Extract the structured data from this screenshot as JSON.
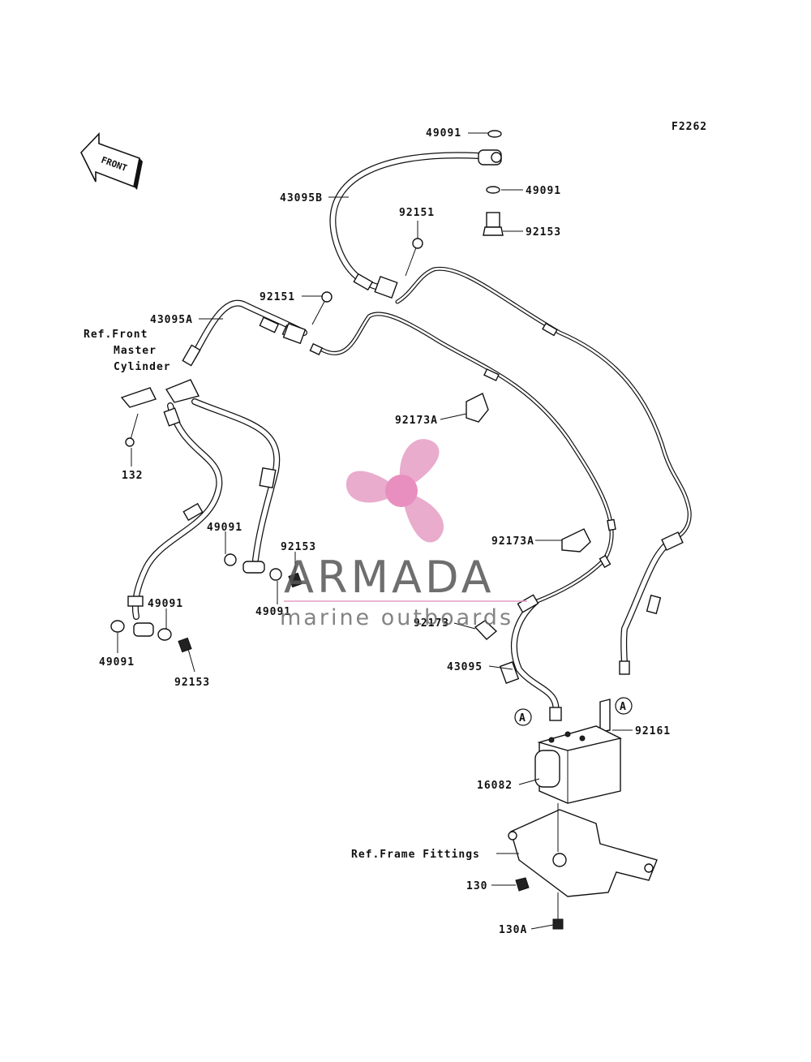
{
  "figure_code": "F2262",
  "front_label": "FRONT",
  "callout_marker": "A",
  "watermark": {
    "brand": "ARMADA",
    "tagline": "marine outboards",
    "colors": {
      "pink": "#e7a3c8",
      "pink_dark": "#e88fbf",
      "grey": "#555555",
      "rule": "#e7a3c8"
    }
  },
  "labels": {
    "p49091_top": "49091",
    "p43095b": "43095B",
    "p49091_mid": "49091",
    "p92151_upper": "92151",
    "p92153_top": "92153",
    "p92151_lower": "92151",
    "p43095a": "43095A",
    "ref_front_1": "Ref.Front",
    "ref_front_2": "Master",
    "ref_front_3": "Cylinder",
    "p92173a_upper": "92173A",
    "p132": "132",
    "p49091_left_a": "49091",
    "p92153_mid": "92153",
    "p92173a_lower": "92173A",
    "p49091_left_b": "49091",
    "p49091_bottom": "49091",
    "p49091_left_c": "49091",
    "p92153_bottom": "92153",
    "p92173": "92173",
    "p43095": "43095",
    "p92161": "92161",
    "p16082": "16082",
    "ref_frame": "Ref.Frame Fittings",
    "p130": "130",
    "p130a": "130A"
  }
}
